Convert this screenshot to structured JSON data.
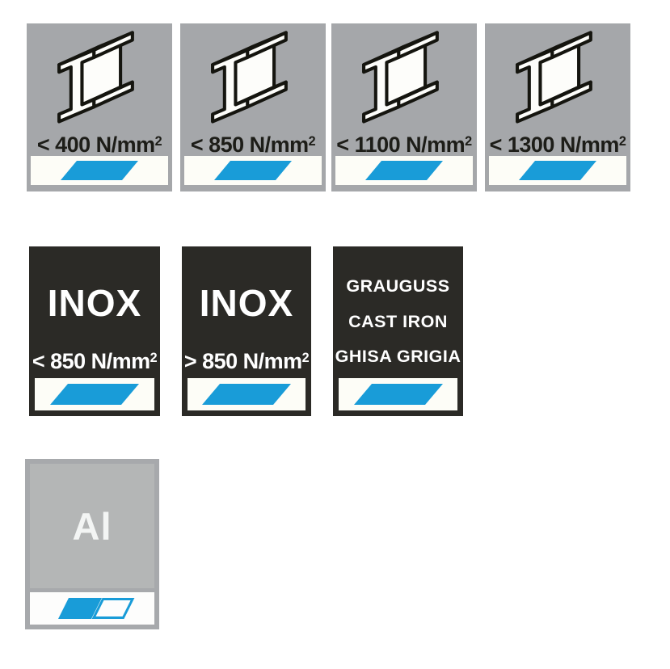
{
  "colors": {
    "tile_gray": "#a5a7aa",
    "tile_dark": "#2b2a26",
    "accent_blue": "#199cd8",
    "strip_white": "#fdfdf7",
    "al_frame_gray": "#a7a9ac",
    "al_panel_gray": "#b4b6b6",
    "text_dark": "#1d1d18",
    "text_light": "#ffffff"
  },
  "steel_tiles": [
    {
      "label": "< 400 N/mm",
      "sup": "2"
    },
    {
      "label": "< 850 N/mm",
      "sup": "2"
    },
    {
      "label": "< 1100 N/mm",
      "sup": "2"
    },
    {
      "label": "< 1300 N/mm",
      "sup": "2"
    }
  ],
  "inox_tiles": [
    {
      "title": "INOX",
      "label": "< 850 N/mm",
      "sup": "2"
    },
    {
      "title": "INOX",
      "label": "> 850 N/mm",
      "sup": "2"
    }
  ],
  "cast_iron_tile": {
    "line1": "GRAUGUSS",
    "line2": "CAST IRON",
    "line3": "GHISA GRIGIA"
  },
  "aluminum_tile": {
    "symbol": "Al"
  }
}
